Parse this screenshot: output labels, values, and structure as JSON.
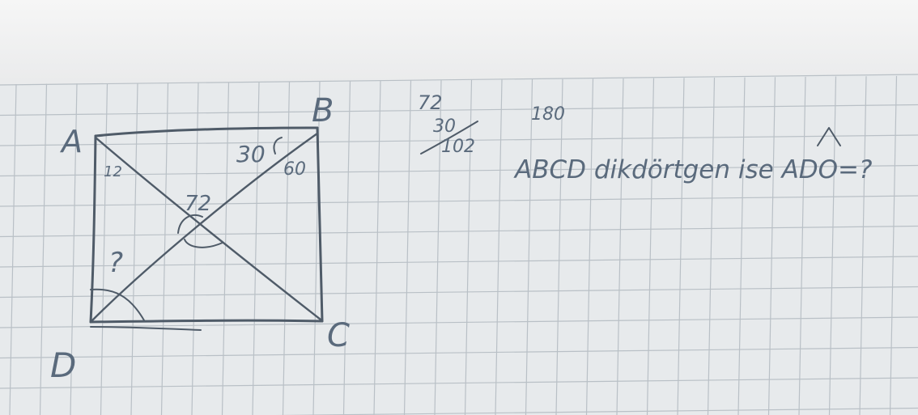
{
  "photo": {
    "subject": "handwritten geometry problem on grid paper",
    "colors": {
      "paper_top": "#f3f4f4",
      "paper_grid_bg": "#e8ebed",
      "grid_line": "#b8bec4",
      "ink": "#4f5b68"
    }
  },
  "figure": {
    "vertices": {
      "a": "A",
      "b": "B",
      "c": "C",
      "d": "D"
    },
    "angles": {
      "top_left": "12",
      "top_right": "30",
      "right_mark": "60",
      "center": "72",
      "bottom_left": "?"
    }
  },
  "side_work": {
    "line1": "72",
    "line2": "30",
    "line3": "102",
    "top_number": "180"
  },
  "question": {
    "text": "ABCD dikdörtgen ise ADO=?"
  }
}
